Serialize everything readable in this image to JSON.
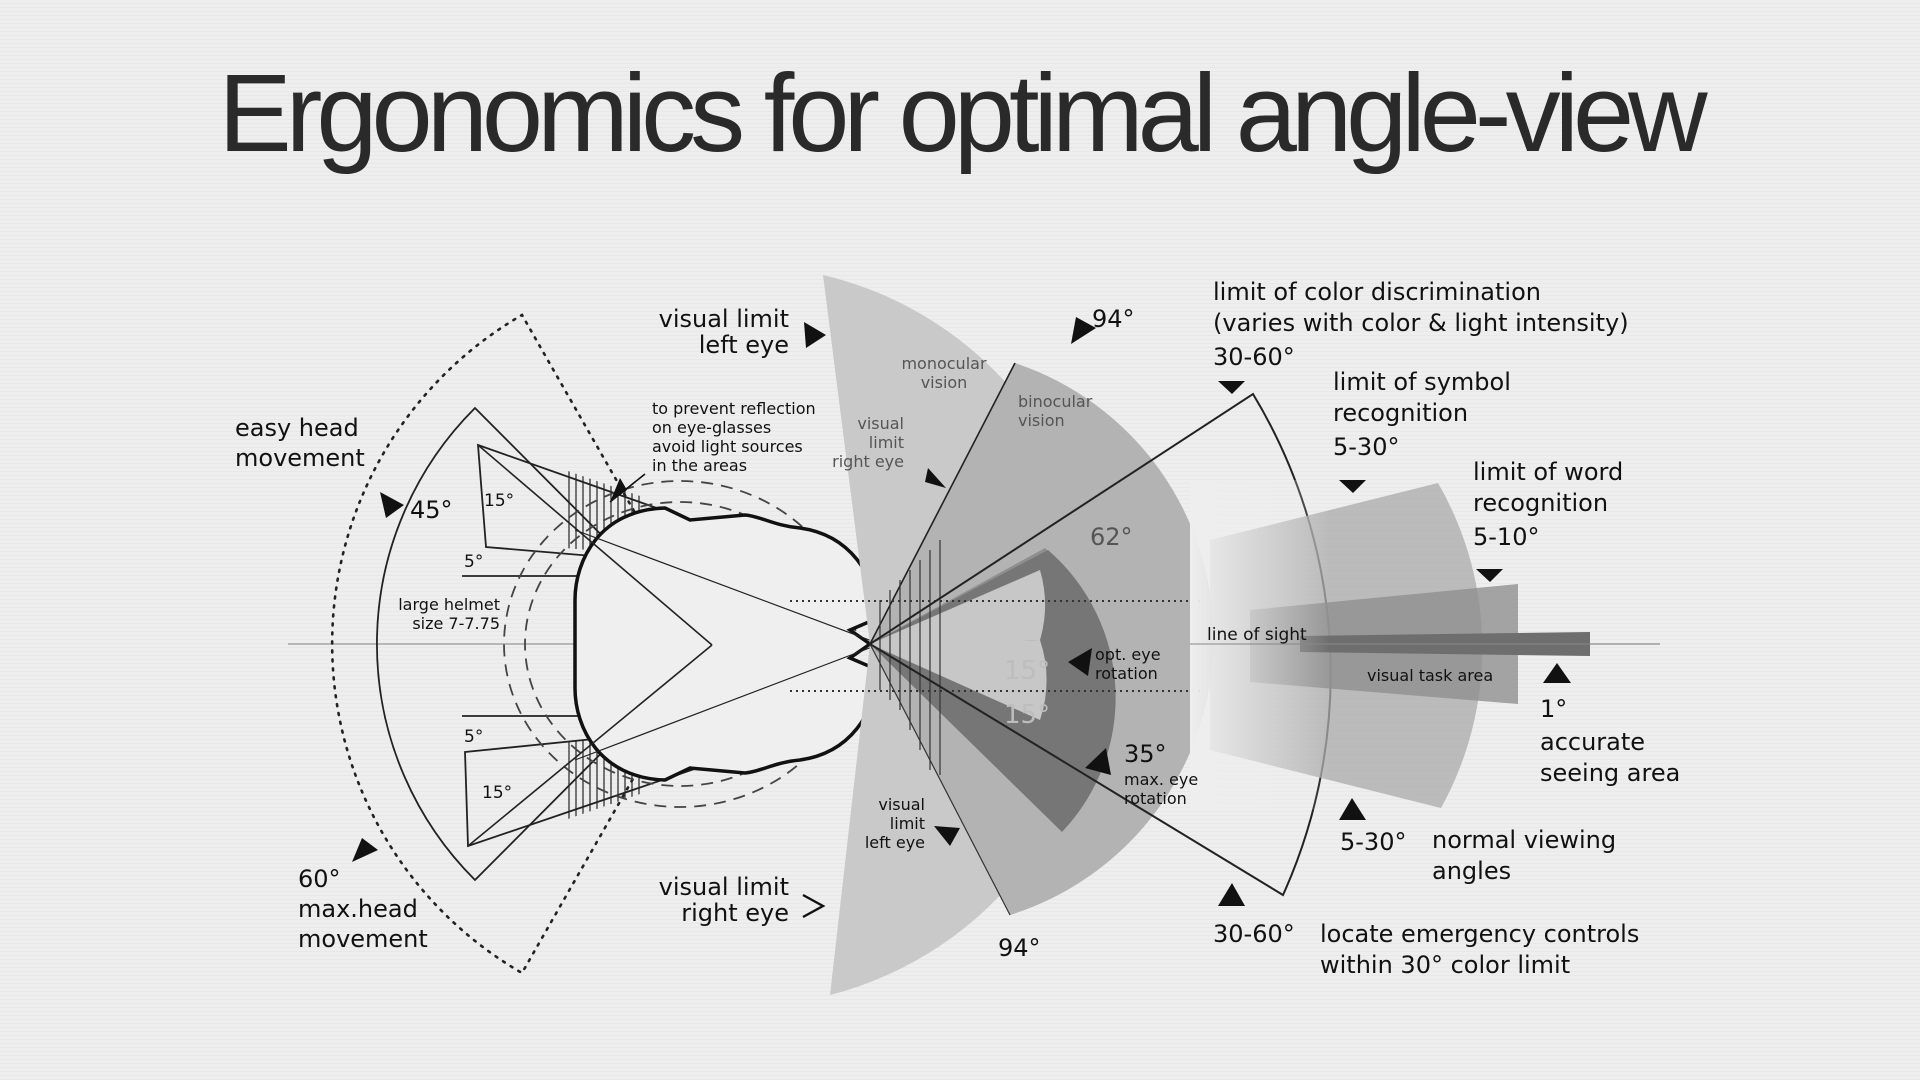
{
  "title": "Ergonomics for optimal angle-view",
  "colors": {
    "background": "#eeeeee",
    "ink": "#111111",
    "shade_light": "#c8c8c8",
    "shade_mid": "#a8a8a8",
    "shade_dark": "#7a7a7a"
  },
  "labels": {
    "visual_limit_left_eye_top": [
      "visual limit",
      "left eye"
    ],
    "deg_94_top": "94°",
    "color_limit": [
      "limit of color discrimination",
      "(varies with color & light intensity)",
      "30-60°"
    ],
    "symbol_limit": [
      "limit of symbol",
      "recognition",
      "5-30°"
    ],
    "word_limit": [
      "limit of word",
      "recognition",
      "5-10°"
    ],
    "easy_head": [
      "easy head",
      "movement"
    ],
    "deg_45": "45°",
    "deg_15_upper": "15°",
    "deg_5_upper": "5°",
    "helmet": [
      "large helmet",
      "size 7-7.75"
    ],
    "deg_5_lower": "5°",
    "deg_15_lower": "15°",
    "max_head": [
      "60°",
      "max.head",
      "movement"
    ],
    "reflection": [
      "to prevent reflection",
      "on eye-glasses",
      "avoid light sources",
      "in the areas"
    ],
    "monocular": [
      "monocular",
      "vision"
    ],
    "binocular": [
      "binocular",
      "vision"
    ],
    "visual_limit_right_eye_small": [
      "visual",
      "limit",
      "right eye"
    ],
    "deg_62": "62°",
    "line_of_sight": "line of sight",
    "deg_15_a": "15°",
    "deg_15_b": "15°",
    "opt_eye": [
      "opt. eye",
      "rotation"
    ],
    "max_eye": [
      "35°",
      "max. eye",
      "rotation"
    ],
    "visual_limit_left_eye_small": [
      "visual",
      "limit",
      "left eye"
    ],
    "visual_limit_right_eye_bottom": [
      "visual limit",
      "right eye"
    ],
    "deg_94_bottom": "94°",
    "visual_task_area": "visual task area",
    "accurate": [
      "1°",
      "accurate",
      "seeing area"
    ],
    "normal_viewing": [
      "5-30°",
      "normal viewing",
      "angles"
    ],
    "emergency": [
      "30-60°",
      "locate emergency controls",
      "within 30° color limit"
    ]
  }
}
